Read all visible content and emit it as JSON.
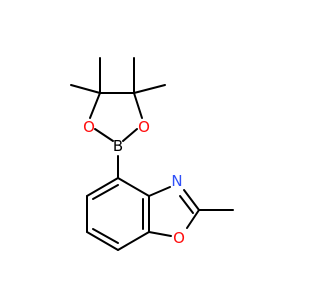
{
  "molecule": {
    "atoms": {
      "b1": {
        "symbol": "B",
        "color": "#000000"
      },
      "o1": {
        "symbol": "O",
        "color": "#ff0d0d"
      },
      "o2": {
        "symbol": "O",
        "color": "#ff0d0d"
      },
      "n1": {
        "symbol": "N",
        "color": "#3050f8"
      },
      "o3": {
        "symbol": "O",
        "color": "#ff0d0d"
      }
    },
    "bond_color": "#000000",
    "background": "#ffffff"
  }
}
